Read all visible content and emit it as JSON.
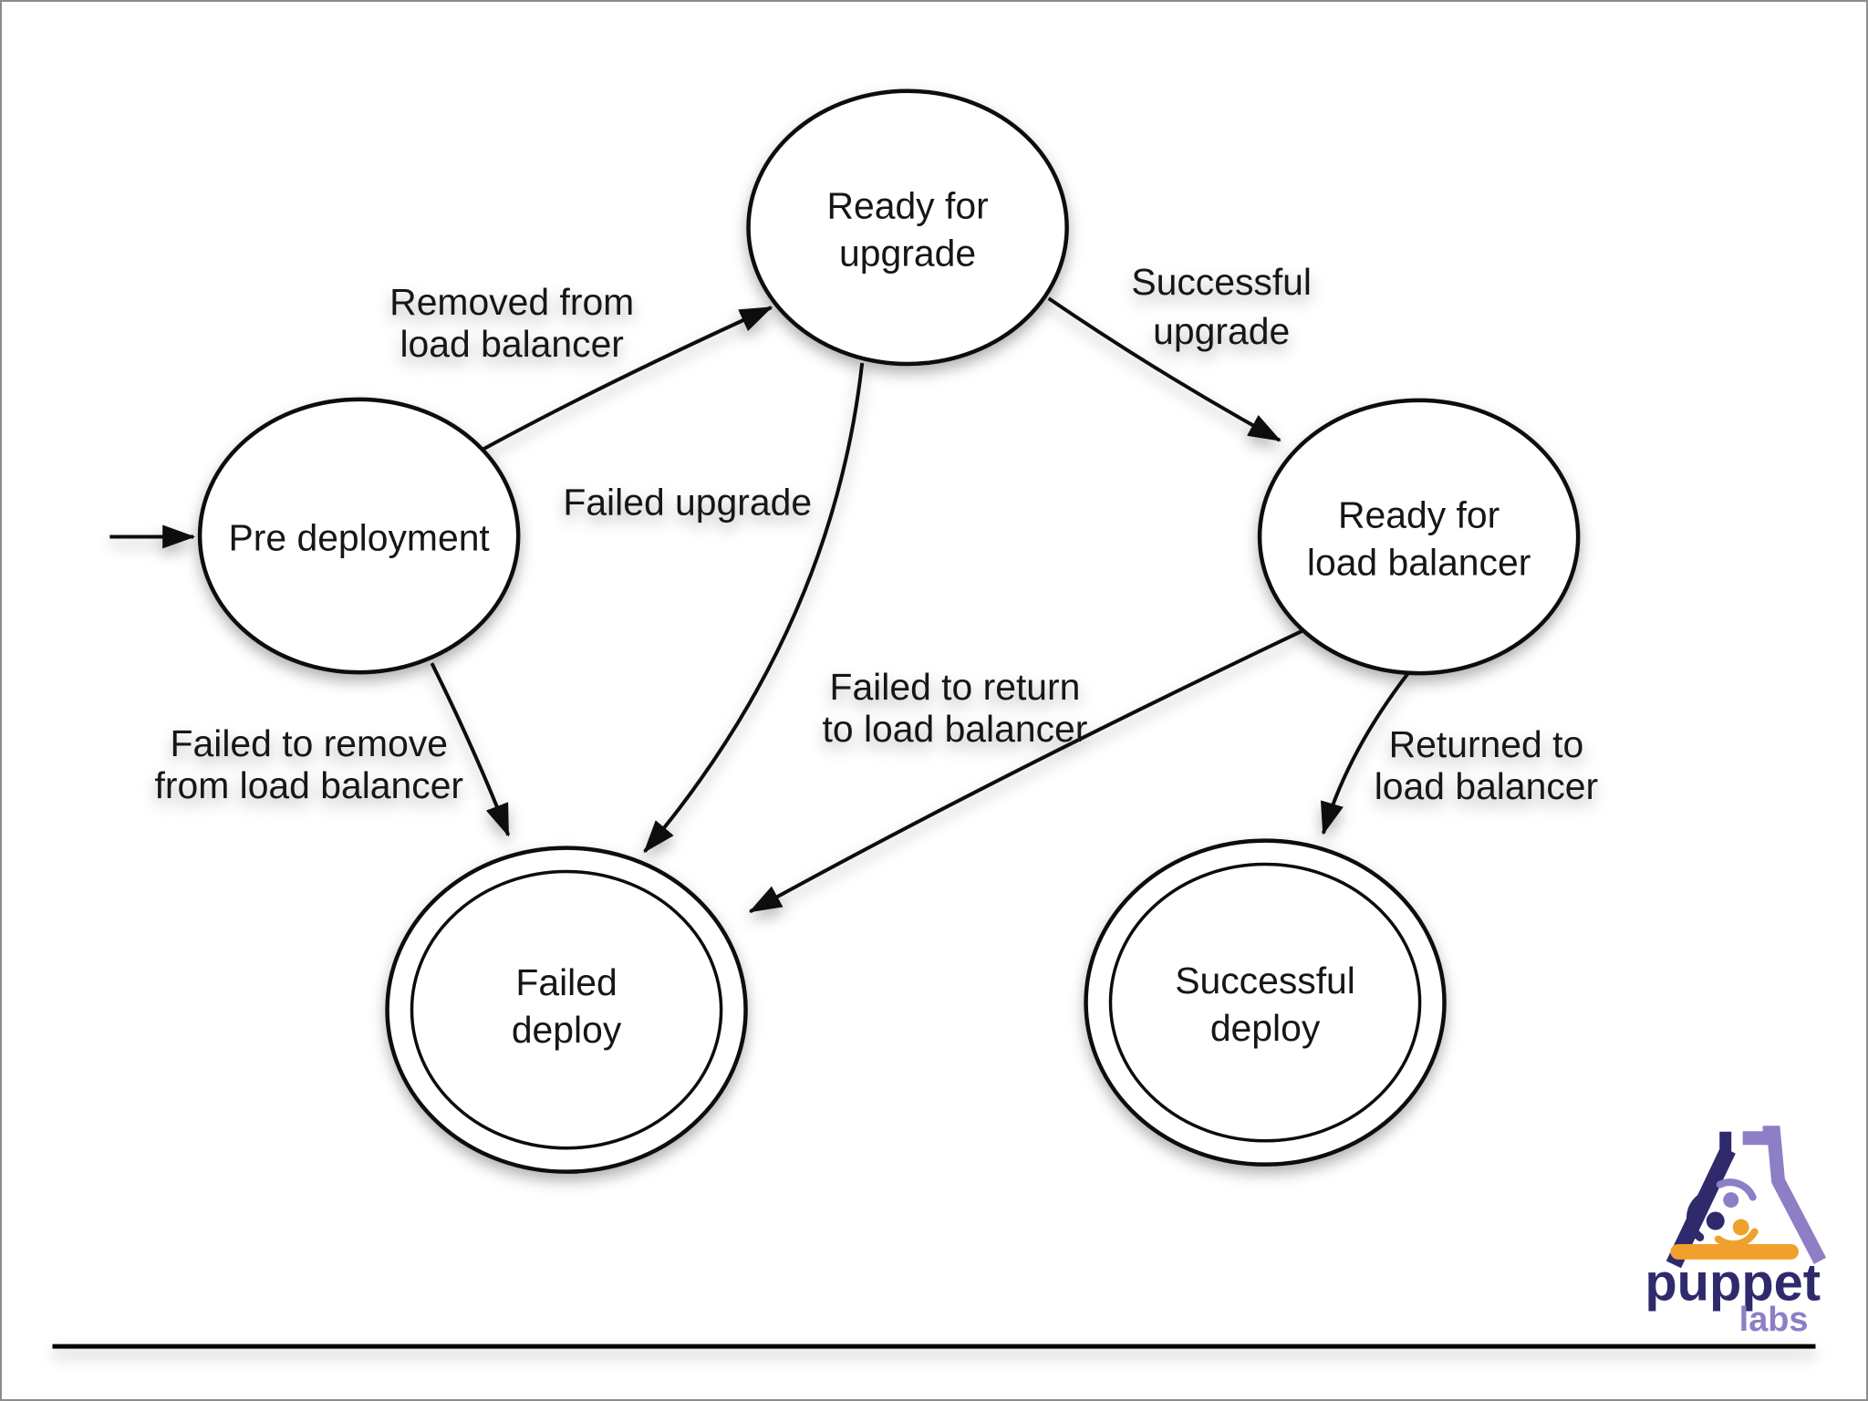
{
  "diagram": {
    "title_hint": "deployment state machine",
    "nodes": [
      {
        "id": "ready_upgrade",
        "type": "state",
        "label_line1": "Ready for",
        "label_line2": "upgrade"
      },
      {
        "id": "pre_deployment",
        "type": "state",
        "label_line1": "Pre deployment",
        "label_line2": "",
        "is_start": true
      },
      {
        "id": "ready_load_balancer",
        "type": "state",
        "label_line1": "Ready for",
        "label_line2": "load balancer"
      },
      {
        "id": "failed_deploy",
        "type": "final",
        "label_line1": "Failed",
        "label_line2": "deploy"
      },
      {
        "id": "successful_deploy",
        "type": "final",
        "label_line1": "Successful",
        "label_line2": "deploy"
      }
    ],
    "edges": [
      {
        "id": "removed_from_lb",
        "from": "pre_deployment",
        "to": "ready_upgrade",
        "label_line1": "Removed from",
        "label_line2": "load balancer"
      },
      {
        "id": "successful_upgrade",
        "from": "ready_upgrade",
        "to": "ready_load_balancer",
        "label_line1": "Successful",
        "label_line2": "upgrade"
      },
      {
        "id": "failed_upgrade",
        "from": "ready_upgrade",
        "to": "failed_deploy",
        "label_line1": "Failed upgrade",
        "label_line2": ""
      },
      {
        "id": "failed_remove",
        "from": "pre_deployment",
        "to": "failed_deploy",
        "label_line1": "Failed to remove",
        "label_line2": "from load balancer"
      },
      {
        "id": "failed_return",
        "from": "ready_load_balancer",
        "to": "failed_deploy",
        "label_line1": "Failed to return",
        "label_line2": "to load balancer"
      },
      {
        "id": "returned_to_lb",
        "from": "ready_load_balancer",
        "to": "successful_deploy",
        "label_line1": "Returned to",
        "label_line2": "load balancer"
      }
    ],
    "line_color": "#0a0a0a"
  },
  "logo": {
    "brand": "puppet",
    "sub": "labs",
    "colors": {
      "navy": "#2f2a6b",
      "purple": "#8d7ec6",
      "orange": "#f0a12d"
    }
  }
}
